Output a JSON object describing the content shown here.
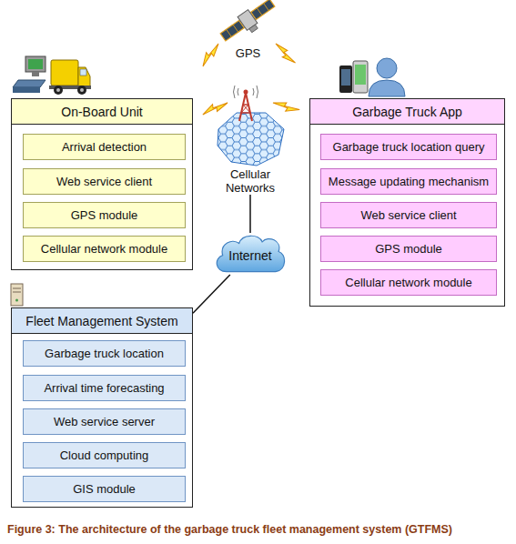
{
  "diagram": {
    "caption": "Figure 3: The architecture of the garbage truck fleet management system (GTFMS)",
    "nodes": [
      {
        "text": [
          "GPS"
        ]
      },
      {
        "text": [
          "On-Board Unit"
        ]
      },
      {
        "text": [
          "Arrival detection"
        ],
        "in": 1
      },
      {
        "text": [
          "Web service client"
        ],
        "in": 1
      },
      {
        "text": [
          "GPS module"
        ],
        "in": 1
      },
      {
        "text": [
          "Cellular network module"
        ],
        "in": 1
      },
      {
        "text": [
          "Cellular Networks"
        ]
      },
      {
        "text": [
          "Garbage Truck App"
        ]
      },
      {
        "text": [
          "Garbage truck location query"
        ],
        "in": 7
      },
      {
        "text": [
          "Message updating mechanism"
        ],
        "in": 7
      },
      {
        "text": [
          "Web service client"
        ],
        "in": 7
      },
      {
        "text": [
          "GPS module"
        ],
        "in": 7
      },
      {
        "text": [
          "Cellular network module"
        ],
        "in": 7
      },
      {
        "text": [
          "Internet"
        ]
      },
      {
        "text": [
          "Fleet Management System"
        ]
      },
      {
        "text": [
          "Garbage truck location"
        ],
        "in": 14
      },
      {
        "text": [
          "Arrival time forecasting"
        ],
        "in": 14
      },
      {
        "text": [
          "Web service server"
        ],
        "in": 14
      },
      {
        "text": [
          "Cloud computing"
        ],
        "in": 14
      },
      {
        "text": [
          "GIS module"
        ],
        "in": 14
      }
    ],
    "edges": [
      {
        "from": 6,
        "to": 13,
        "arrow": "none"
      },
      {
        "from": 13,
        "to": 14,
        "arrow": "none"
      }
    ]
  }
}
